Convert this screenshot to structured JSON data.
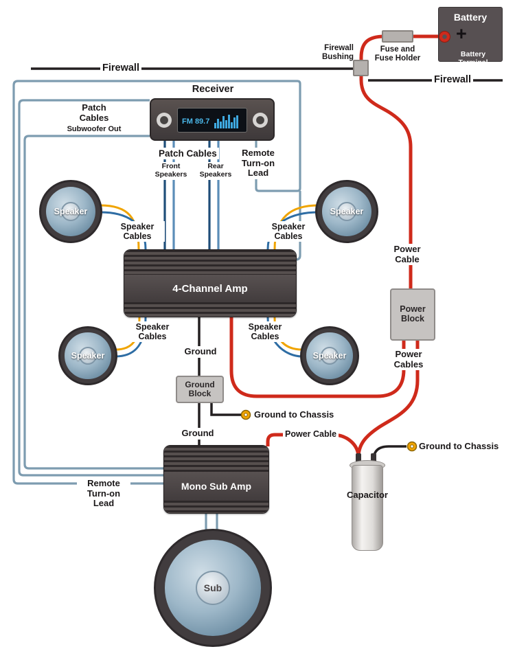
{
  "colors": {
    "power_cable_red": "#cf2a1b",
    "ground_wire_black": "#231f20",
    "remote_patch_wire_blue_gray": "#7d9cb0",
    "speaker_wire_yellow": "#f0a400",
    "speaker_wire_blue": "#2e6da4",
    "patch_cable_dark_blue": "#1f4e79",
    "patch_cable_light_blue": "#5b8db8",
    "amp_body": "#4a4343",
    "block_fill": "#c6c3c1"
  },
  "firewall": {
    "left_label": "Firewall",
    "right_label": "Firewall"
  },
  "battery": {
    "title": "Battery",
    "plus": "+",
    "terminal_label": "Battery Terminal"
  },
  "fuse": {
    "label": "Fuse and Fuse Holder"
  },
  "bushing": {
    "label": "Firewall Bushing"
  },
  "receiver": {
    "label": "Receiver",
    "display_text": "FM 89.7",
    "bars": [
      8,
      14,
      10,
      18,
      12,
      20,
      9,
      16,
      19
    ]
  },
  "patch_subwoofer": {
    "title": "Patch Cables",
    "subtitle": "Subwoofer Out"
  },
  "patch_main": {
    "title": "Patch Cables",
    "front": "Front Speakers",
    "rear": "Rear Speakers"
  },
  "remote_top": {
    "label": "Remote Turn-on Lead"
  },
  "remote_bottom": {
    "label": "Remote Turn-on Lead"
  },
  "speakers": {
    "front_left": "Speaker",
    "front_right": "Speaker",
    "rear_left": "Speaker",
    "rear_right": "Speaker"
  },
  "speaker_cables": {
    "front_left": "Speaker Cables",
    "front_right": "Speaker Cables",
    "rear_left": "Speaker Cables",
    "rear_right": "Speaker Cables"
  },
  "amp_4channel": {
    "label": "4-Channel Amp"
  },
  "amp_mono": {
    "label": "Mono Sub Amp"
  },
  "power": {
    "cable_label": "Power Cable",
    "block_label": "Power Block",
    "cables_label": "Power Cables",
    "cable_mid_label": "Power Cable"
  },
  "ground": {
    "label_top": "Ground",
    "block_label": "Ground Block",
    "chassis_label_1": "Ground to Chassis",
    "label_bottom": "Ground",
    "chassis_label_2": "Ground to Chassis"
  },
  "capacitor": {
    "label": "Capacitor"
  },
  "sub": {
    "label": "Sub"
  }
}
